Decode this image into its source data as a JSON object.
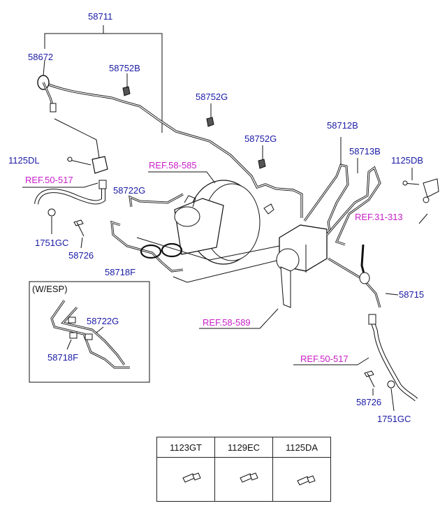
{
  "callouts": {
    "p58711": "58711",
    "p58672": "58672",
    "p58752b": "58752B",
    "p58752g_a": "58752G",
    "p58752g_b": "58752G",
    "p58712b": "58712B",
    "p58713b": "58713B",
    "p1125db": "1125DB",
    "p1125dl": "1125DL",
    "p58722g_a": "58722G",
    "p1751gc_a": "1751GC",
    "p58726_a": "58726",
    "p58718f_a": "58718F",
    "p58715": "58715",
    "p58722g_b": "58722G",
    "p58718f_b": "58718F",
    "p58726_b": "58726",
    "p1751gc_b": "1751GC"
  },
  "references": {
    "ref_58_585": "REF.58-585",
    "ref_50_517_a": "REF.50-517",
    "ref_31_313": "REF.31-313",
    "ref_58_589": "REF.58-589",
    "ref_50_517_b": "REF.50-517"
  },
  "esp_box": {
    "title": "(W/ESP)"
  },
  "fastener_table": {
    "headers": [
      "1123GT",
      "1129EC",
      "1125DA"
    ]
  },
  "colors": {
    "part_number": "#1a1aa6",
    "reference": "#c81ec8",
    "line": "#111111"
  }
}
